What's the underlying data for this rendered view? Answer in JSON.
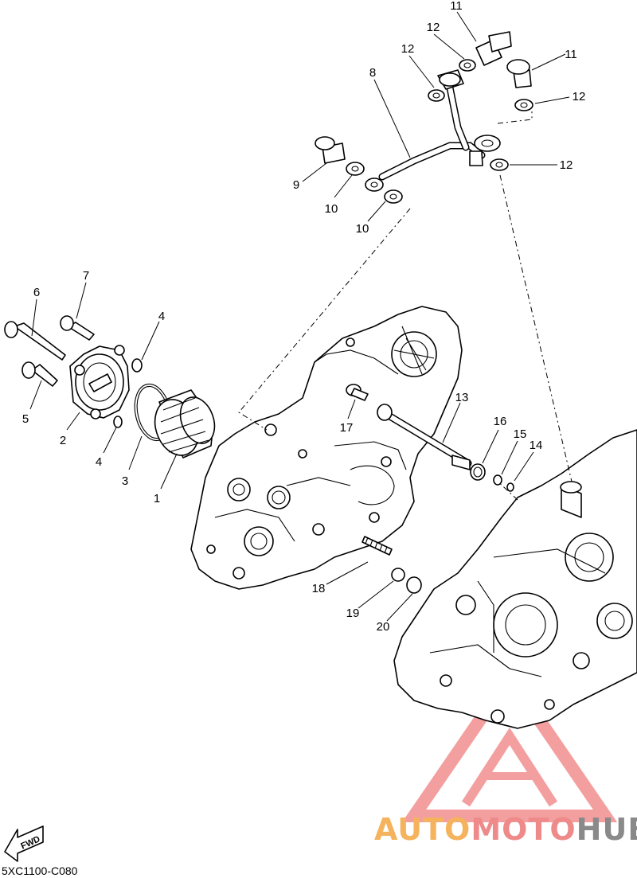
{
  "diagram_code": "5XC1100-C080",
  "fwd_label": "FWD",
  "watermark": {
    "part1": "AUTO",
    "part2": "MOTO",
    "part3": "HUB",
    "color_primary": "#f08080",
    "color_secondary": "#f4b35c"
  },
  "callouts": {
    "c1": "1",
    "c2": "2",
    "c3": "3",
    "c4a": "4",
    "c4b": "4",
    "c5": "5",
    "c6": "6",
    "c7": "7",
    "c8": "8",
    "c9": "9",
    "c10a": "10",
    "c10b": "10",
    "c11a": "11",
    "c11b": "11",
    "c12a": "12",
    "c12b": "12",
    "c12c": "12",
    "c12d": "12",
    "c13": "13",
    "c14": "14",
    "c15": "15",
    "c16": "16",
    "c17": "17",
    "c18": "18",
    "c19": "19",
    "c20": "20"
  }
}
